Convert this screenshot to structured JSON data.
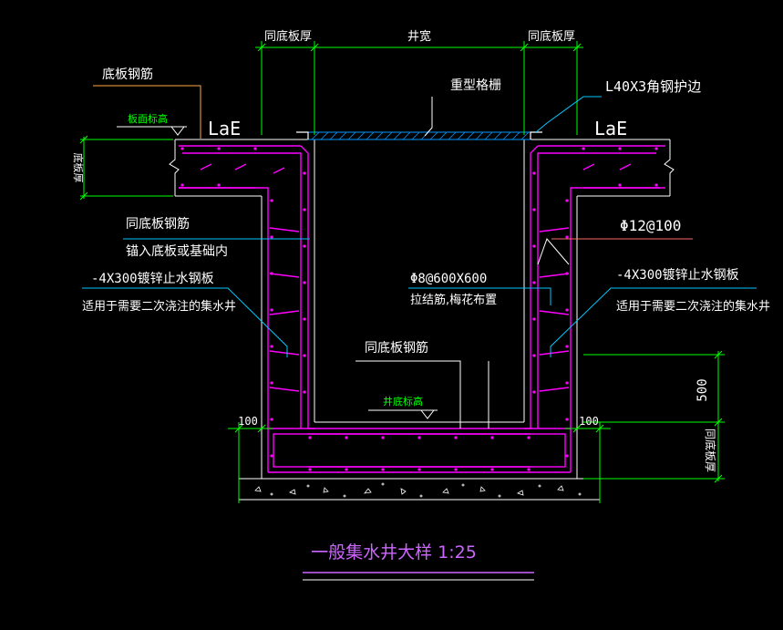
{
  "colors": {
    "background": "#000000",
    "concrete": "#ffffff",
    "rebar": "#ff00ff",
    "dimension": "#00ff00",
    "leader": "#00c8ff",
    "text": "#ffffff",
    "grating": "#0099ff",
    "title": "#cc66ff"
  },
  "dimensions": {
    "top_left": "同底板厚",
    "top_center": "井宽",
    "top_right": "同底板厚",
    "right_500": "500",
    "right_slab": "同底板厚",
    "left_100": "100",
    "right_100": "100",
    "left_slab": "底板厚"
  },
  "labels": {
    "bottom_rebar": "底板钢筋",
    "slab_top_level": "板面标高",
    "lae_left": "LaE",
    "lae_right": "LaE",
    "grating": "重型格栅",
    "angle_steel": "L40X3角钢护边",
    "same_rebar": "同底板钢筋",
    "anchor": "锚入底板或基础内",
    "phi12": "Φ12@100",
    "waterstop_left_1": "-4X300镀锌止水钢板",
    "waterstop_left_2": "适用于需要二次浇注的集水井",
    "tie_bar_1": "Φ8@600X600",
    "tie_bar_2": "拉结筋,梅花布置",
    "waterstop_right_1": "-4X300镀锌止水钢板",
    "waterstop_right_2": "适用于需要二次浇注的集水井",
    "same_rebar_bottom": "同底板钢筋",
    "pit_bottom_level": "井底标高"
  },
  "title": "一般集水井大样 1:25"
}
